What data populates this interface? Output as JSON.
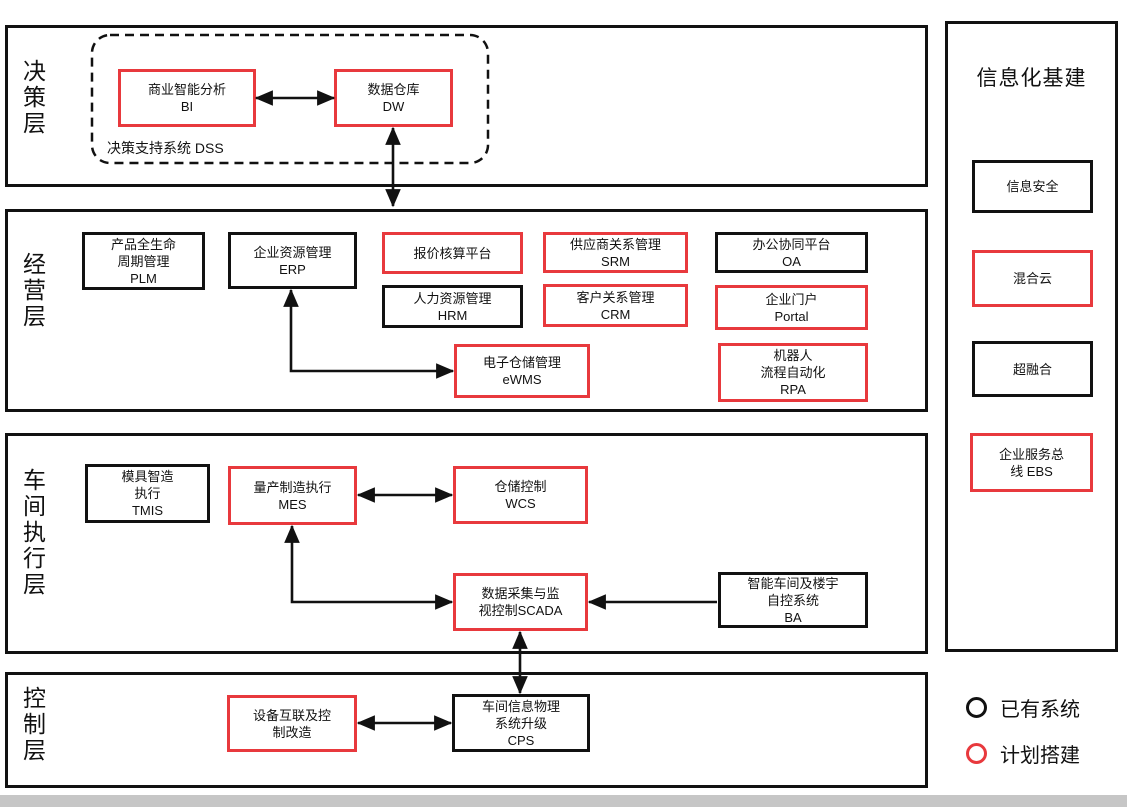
{
  "palette": {
    "black": "#111111",
    "red": "#e8393d",
    "background": "#ffffff",
    "scrollbar_gray": "#c6c6c6"
  },
  "layers": [
    {
      "id": "decision",
      "label": "决策层"
    },
    {
      "id": "business",
      "label": "经营层"
    },
    {
      "id": "workshop",
      "label": "车间执行层"
    },
    {
      "id": "control",
      "label": "控制层"
    }
  ],
  "dss_group_label": "决策支持系统 DSS",
  "infra": {
    "title": "信息化基建"
  },
  "legend": {
    "existing": {
      "label": "已有系统",
      "color": "#111111"
    },
    "planned": {
      "label": "计划搭建",
      "color": "#e8393d"
    }
  },
  "nodes": [
    {
      "id": "bi",
      "layer": "decision",
      "status": "planned",
      "lines": [
        "商业智能分析",
        "BI"
      ]
    },
    {
      "id": "dw",
      "layer": "decision",
      "status": "planned",
      "lines": [
        "数据仓库",
        "DW"
      ]
    },
    {
      "id": "plm",
      "layer": "business",
      "status": "existing",
      "lines": [
        "产品全生命",
        "周期管理",
        "PLM"
      ]
    },
    {
      "id": "erp",
      "layer": "business",
      "status": "existing",
      "lines": [
        "企业资源管理",
        "ERP"
      ]
    },
    {
      "id": "quote",
      "layer": "business",
      "status": "planned",
      "lines": [
        "报价核算平台"
      ]
    },
    {
      "id": "hrm",
      "layer": "business",
      "status": "existing",
      "lines": [
        "人力资源管理",
        "HRM"
      ]
    },
    {
      "id": "srm",
      "layer": "business",
      "status": "planned",
      "lines": [
        "供应商关系管理",
        "SRM"
      ]
    },
    {
      "id": "oa",
      "layer": "business",
      "status": "existing",
      "lines": [
        "办公协同平台",
        "OA"
      ]
    },
    {
      "id": "crm",
      "layer": "business",
      "status": "planned",
      "lines": [
        "客户关系管理",
        "CRM"
      ]
    },
    {
      "id": "portal",
      "layer": "business",
      "status": "planned",
      "lines": [
        "企业门户",
        "Portal"
      ]
    },
    {
      "id": "ewms",
      "layer": "business",
      "status": "planned",
      "lines": [
        "电子仓储管理",
        "eWMS"
      ]
    },
    {
      "id": "rpa",
      "layer": "business",
      "status": "planned",
      "lines": [
        "机器人",
        "流程自动化",
        "RPA"
      ]
    },
    {
      "id": "tmis",
      "layer": "workshop",
      "status": "existing",
      "lines": [
        "模具智造",
        "执行",
        "TMIS"
      ]
    },
    {
      "id": "mes",
      "layer": "workshop",
      "status": "planned",
      "lines": [
        "量产制造执行",
        "MES"
      ]
    },
    {
      "id": "wcs",
      "layer": "workshop",
      "status": "planned",
      "lines": [
        "仓储控制",
        "WCS"
      ]
    },
    {
      "id": "scada",
      "layer": "workshop",
      "status": "planned",
      "lines": [
        "数据采集与监",
        "视控制SCADA"
      ]
    },
    {
      "id": "ba",
      "layer": "workshop",
      "status": "existing",
      "lines": [
        "智能车间及楼宇",
        "自控系统",
        "BA"
      ]
    },
    {
      "id": "retrofit",
      "layer": "control",
      "status": "planned",
      "lines": [
        "设备互联及控",
        "制改造"
      ]
    },
    {
      "id": "cps",
      "layer": "control",
      "status": "existing",
      "lines": [
        "车间信息物理",
        "系统升级",
        "CPS"
      ]
    },
    {
      "id": "infosec",
      "layer": "infra",
      "status": "existing",
      "lines": [
        "信息安全"
      ]
    },
    {
      "id": "hybrid",
      "layer": "infra",
      "status": "planned",
      "lines": [
        "混合云"
      ]
    },
    {
      "id": "hyper",
      "layer": "infra",
      "status": "existing",
      "lines": [
        "超融合"
      ]
    },
    {
      "id": "ebs",
      "layer": "infra",
      "status": "planned",
      "lines": [
        "企业服务总",
        "线 EBS"
      ]
    }
  ]
}
